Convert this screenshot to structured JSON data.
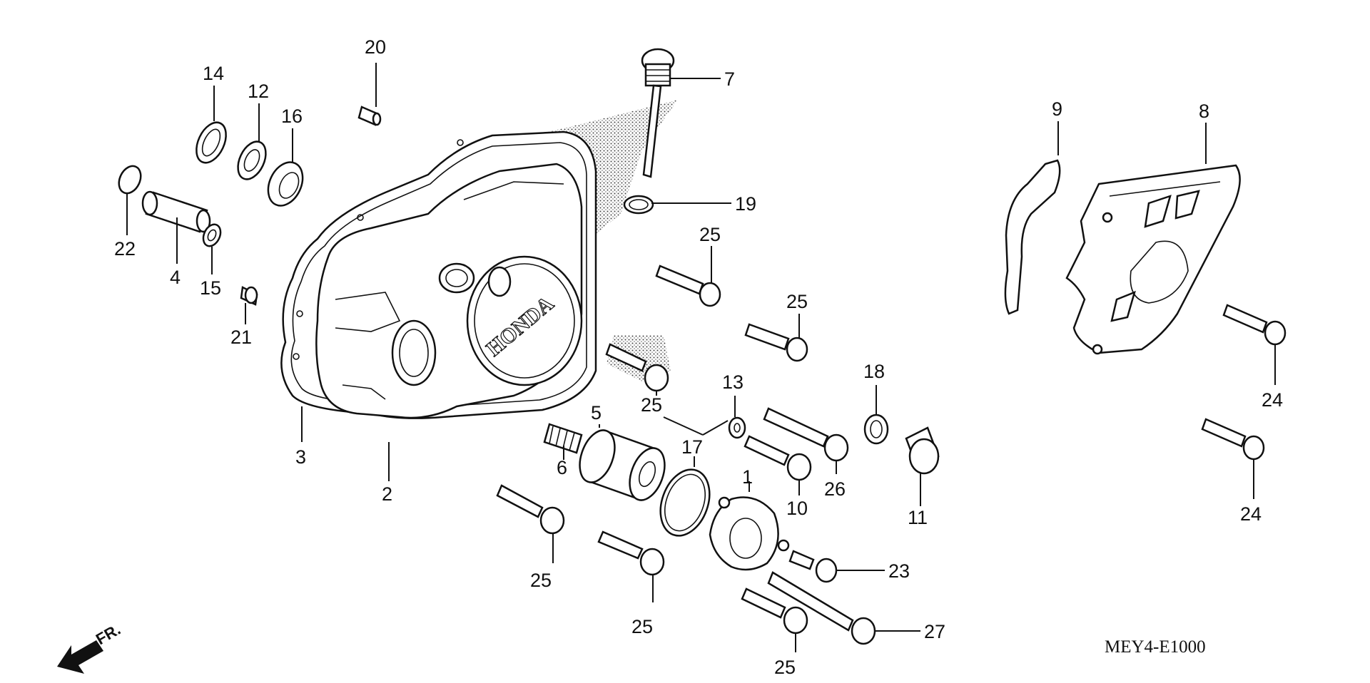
{
  "diagram": {
    "code": "MEY4-E1000",
    "direction_label": "FR.",
    "cover_logo": "HONDA"
  },
  "callouts": {
    "c1": "1",
    "c2": "2",
    "c3": "3",
    "c4": "4",
    "c5": "5",
    "c6": "6",
    "c7": "7",
    "c8": "8",
    "c9": "9",
    "c10": "10",
    "c11": "11",
    "c12": "12",
    "c13": "13",
    "c14": "14",
    "c15": "15",
    "c16": "16",
    "c17": "17",
    "c18": "18",
    "c19": "19",
    "c20": "20",
    "c21": "21",
    "c22": "22",
    "c23": "23",
    "c24a": "24",
    "c24b": "24",
    "c25a": "25",
    "c25b": "25",
    "c25c": "25",
    "c25d": "25",
    "c25e": "25",
    "c25f": "25",
    "c26": "26",
    "c27": "27"
  }
}
